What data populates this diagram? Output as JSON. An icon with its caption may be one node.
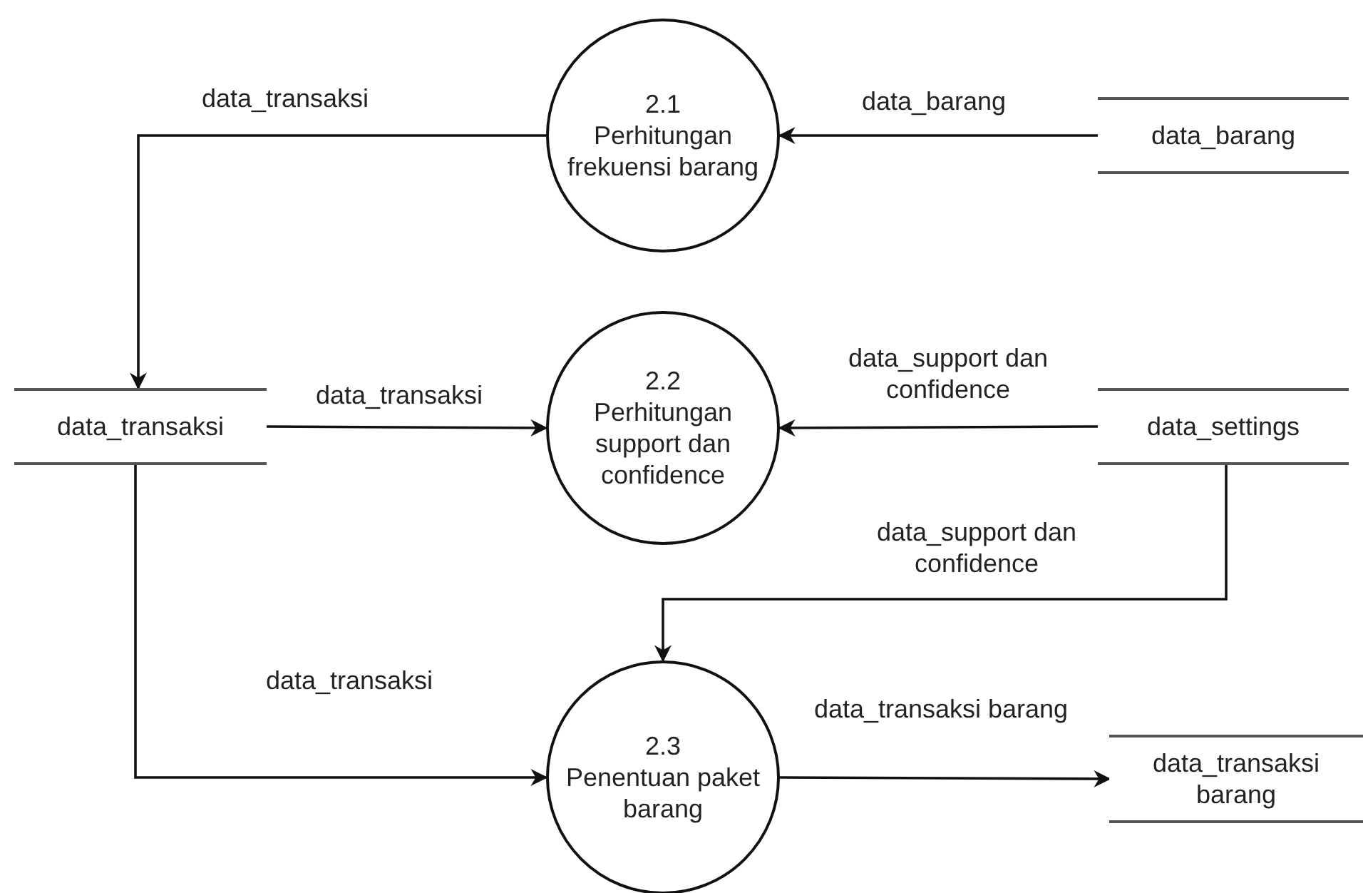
{
  "diagram": {
    "nodes": [
      {
        "text": [
          "2.1",
          "Perhitungan frekuensi barang"
        ]
      },
      {
        "text": [
          "data_barang"
        ]
      },
      {
        "text": [
          "data_transaksi"
        ]
      },
      {
        "text": [
          "2.2",
          "Perhitungan support dan confidence"
        ]
      },
      {
        "text": [
          "data_settings"
        ]
      },
      {
        "text": [
          "2.3",
          "Penentuan paket barang"
        ]
      },
      {
        "text": [
          "data_transaksi barang"
        ]
      }
    ],
    "edges": [
      {
        "from": 1,
        "to": 0,
        "arrow": "to",
        "label": "data_barang"
      },
      {
        "from": 0,
        "to": 2,
        "arrow": "to",
        "label": "data_transaksi"
      },
      {
        "from": 2,
        "to": 3,
        "arrow": "to",
        "label": "data_transaksi"
      },
      {
        "from": 4,
        "to": 3,
        "arrow": "to",
        "label": "data_support dan confidence"
      },
      {
        "from": 4,
        "to": 5,
        "arrow": "to",
        "label": "data_support dan confidence"
      },
      {
        "from": 2,
        "to": 5,
        "arrow": "to",
        "label": "data_transaksi"
      },
      {
        "from": 5,
        "to": 6,
        "arrow": "to",
        "label": "data_transaksi barang"
      }
    ]
  }
}
